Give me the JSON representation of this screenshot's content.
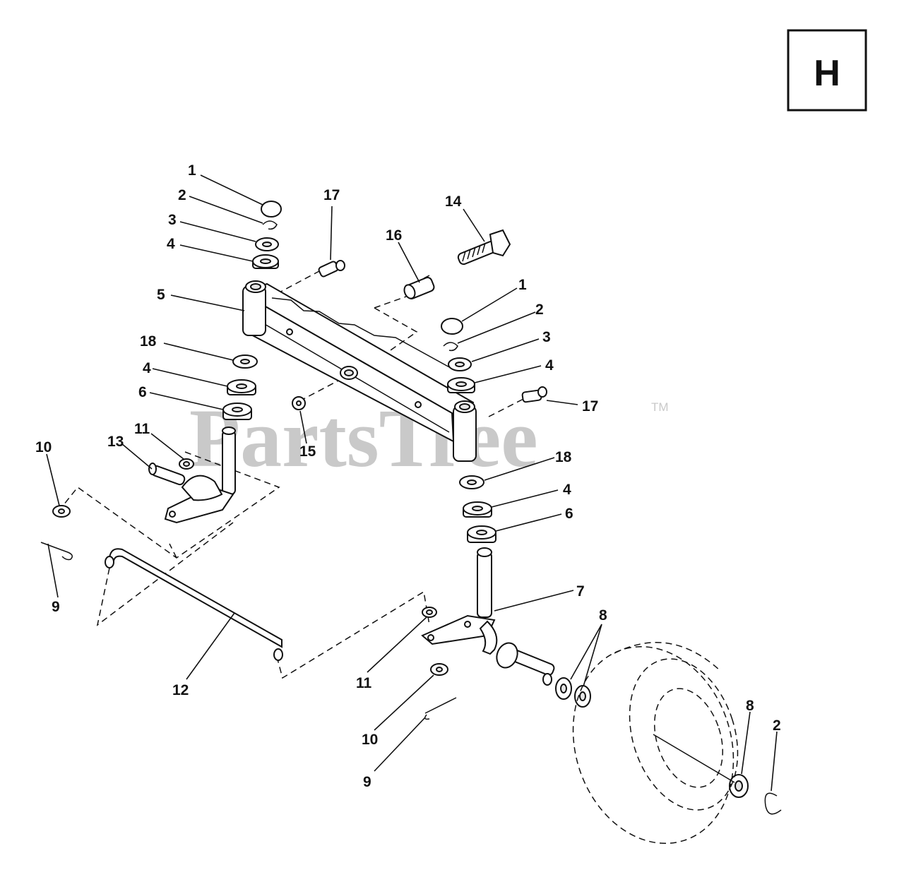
{
  "section_badge": {
    "letter": "H"
  },
  "watermark": {
    "text": "PartsTree",
    "trademark": "TM"
  },
  "callouts": [
    {
      "id": "c1a",
      "label": "1"
    },
    {
      "id": "c2a",
      "label": "2"
    },
    {
      "id": "c3a",
      "label": "3"
    },
    {
      "id": "c4a",
      "label": "4"
    },
    {
      "id": "c5",
      "label": "5"
    },
    {
      "id": "c18a",
      "label": "18"
    },
    {
      "id": "c4b",
      "label": "4"
    },
    {
      "id": "c6a",
      "label": "6"
    },
    {
      "id": "c17a",
      "label": "17"
    },
    {
      "id": "c14",
      "label": "14"
    },
    {
      "id": "c16",
      "label": "16"
    },
    {
      "id": "c1b",
      "label": "1"
    },
    {
      "id": "c2b",
      "label": "2"
    },
    {
      "id": "c3b",
      "label": "3"
    },
    {
      "id": "c4c",
      "label": "4"
    },
    {
      "id": "c17b",
      "label": "17"
    },
    {
      "id": "c15",
      "label": "15"
    },
    {
      "id": "c18b",
      "label": "18"
    },
    {
      "id": "c4d",
      "label": "4"
    },
    {
      "id": "c6b",
      "label": "6"
    },
    {
      "id": "c10a",
      "label": "10"
    },
    {
      "id": "c13",
      "label": "13"
    },
    {
      "id": "c11a",
      "label": "11"
    },
    {
      "id": "c9a",
      "label": "9"
    },
    {
      "id": "c12",
      "label": "12"
    },
    {
      "id": "c7",
      "label": "7"
    },
    {
      "id": "c8a",
      "label": "8"
    },
    {
      "id": "c11b",
      "label": "11"
    },
    {
      "id": "c10b",
      "label": "10"
    },
    {
      "id": "c9b",
      "label": "9"
    },
    {
      "id": "c8b",
      "label": "8"
    },
    {
      "id": "c2c",
      "label": "2"
    }
  ]
}
